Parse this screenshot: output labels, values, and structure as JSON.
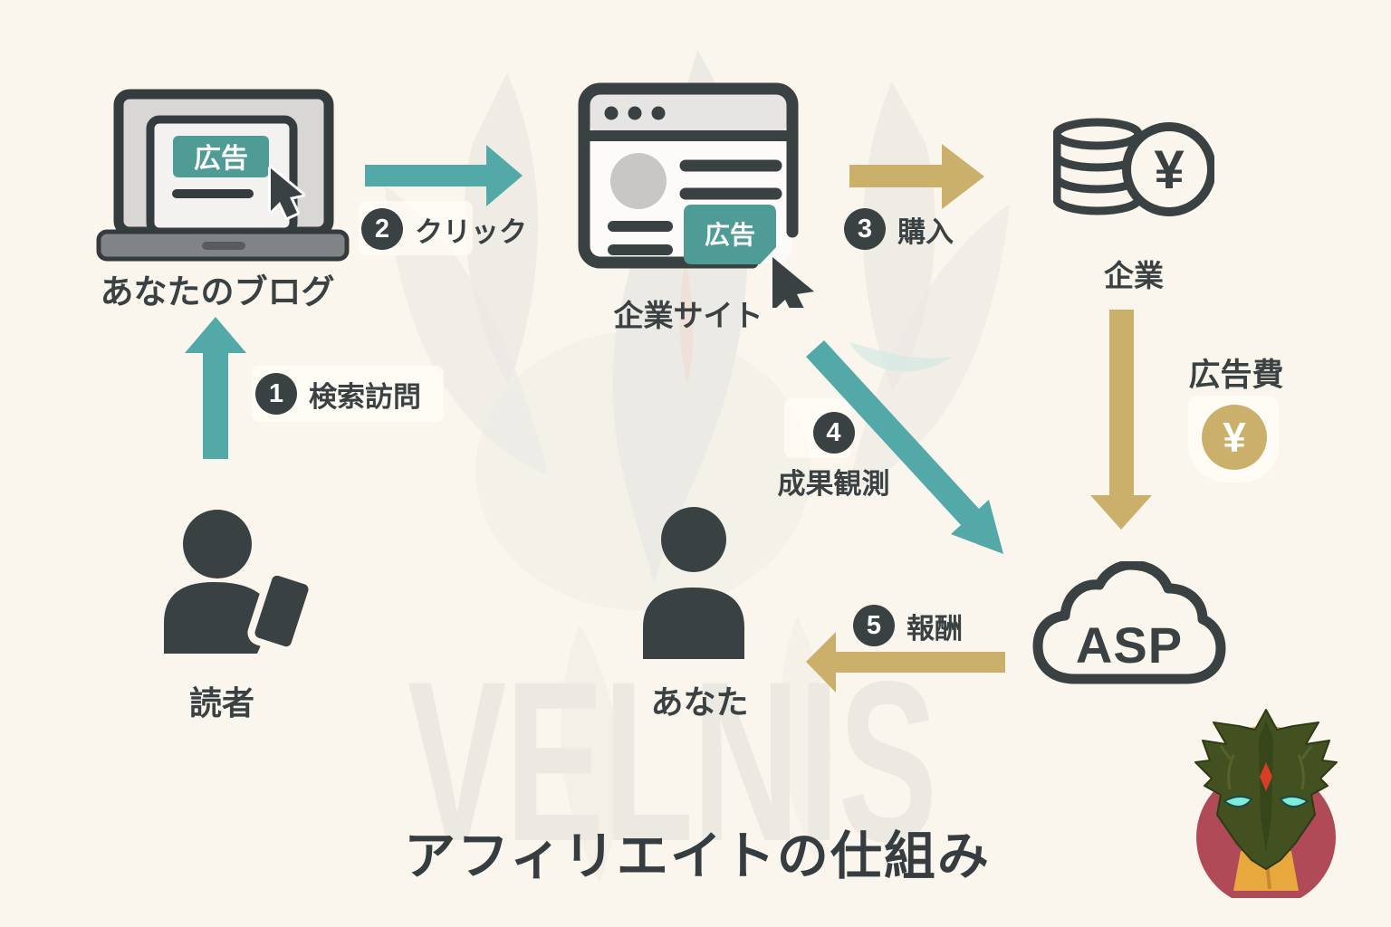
{
  "title": "アフィリエイトの仕組み",
  "watermark": "VELNIS",
  "colors": {
    "teal": "#53a8a8",
    "gold": "#cbb06b",
    "dark": "#3a4143",
    "bg": "#fbf6ed",
    "ad": "#4f9b95",
    "avatar-red": "#b04a56"
  },
  "nodes": {
    "blog": {
      "label": "あなたのブログ",
      "ad": "広告"
    },
    "site": {
      "label": "企業サイト",
      "ad": "広告"
    },
    "company": {
      "label": "企業",
      "yen": "¥"
    },
    "adfee": {
      "label": "広告費",
      "yen": "¥"
    },
    "asp": {
      "label": "ASP"
    },
    "reader": {
      "label": "読者"
    },
    "you": {
      "label": "あなた"
    }
  },
  "steps": [
    {
      "num": "1",
      "label": "検索訪問"
    },
    {
      "num": "2",
      "label": "クリック"
    },
    {
      "num": "3",
      "label": "購入"
    },
    {
      "num": "4",
      "label": "成果観測"
    },
    {
      "num": "5",
      "label": "報酬"
    }
  ]
}
